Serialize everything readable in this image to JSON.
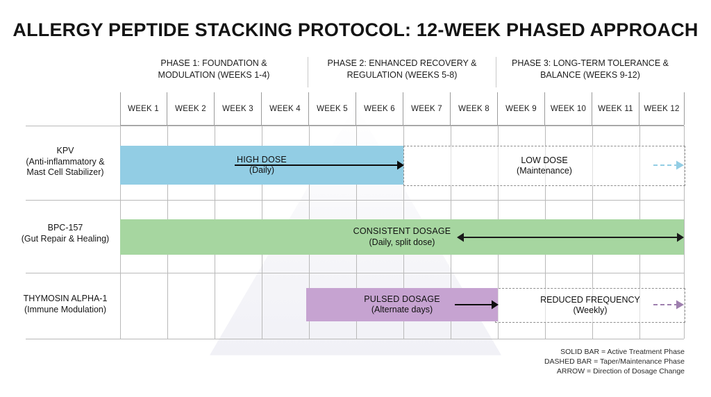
{
  "title": "ALLERGY PEPTIDE STACKING PROTOCOL: 12-WEEK PHASED APPROACH",
  "phases": [
    {
      "line1": "PHASE 1: FOUNDATION &",
      "line2": "MODULATION (WEEKS 1-4)"
    },
    {
      "line1": "PHASE 2: ENHANCED RECOVERY &",
      "line2": "REGULATION (WEEKS 5-8)"
    },
    {
      "line1": "PHASE 3: LONG-TERM TOLERANCE &",
      "line2": "BALANCE (WEEKS 9-12)"
    }
  ],
  "weeks": [
    "WEEK 1",
    "WEEK 2",
    "WEEK 3",
    "WEEK 4",
    "WEEK 5",
    "WEEK 6",
    "WEEK 7",
    "WEEK 8",
    "WEEK 9",
    "WEEK 10",
    "WEEK 11",
    "WEEK 12"
  ],
  "rows": [
    {
      "name": "KPV",
      "sub1": "(Anti-inflammatory &",
      "sub2": "Mast Cell Stabilizer)"
    },
    {
      "name": "BPC-157",
      "sub1": "(Gut Repair & Healing)",
      "sub2": ""
    },
    {
      "name": "THYMOSIN ALPHA-1",
      "sub1": "(Immune Modulation)",
      "sub2": ""
    }
  ],
  "bars": {
    "kpv_solid": {
      "label": "HIGH DOSE",
      "sublabel": "(Daily)"
    },
    "kpv_dashed": {
      "label": "LOW DOSE",
      "sublabel": "(Maintenance)"
    },
    "bpc_solid": {
      "label": "CONSISTENT DOSAGE",
      "sublabel": "(Daily, split dose)"
    },
    "tha_solid": {
      "label": "PULSED DOSAGE",
      "sublabel": "(Alternate days)"
    },
    "tha_dashed": {
      "label": "REDUCED FREQUENCY",
      "sublabel": "(Weekly)"
    }
  },
  "legend": [
    "SOLID BAR = Active Treatment Phase",
    "DASHED BAR = Taper/Maintenance Phase",
    "ARROW = Direction of Dosage Change"
  ],
  "colors": {
    "kpv": "#92cde4",
    "bpc": "#a6d6a0",
    "thymosin": "#c6a3d1",
    "grid": "#b9b9b9",
    "text": "#1a1a1a"
  },
  "chart_data": {
    "type": "bar",
    "title": "ALLERGY PEPTIDE STACKING PROTOCOL: 12-WEEK PHASED APPROACH",
    "xlabel": "",
    "ylabel": "",
    "x": [
      "WEEK 1",
      "WEEK 2",
      "WEEK 3",
      "WEEK 4",
      "WEEK 5",
      "WEEK 6",
      "WEEK 7",
      "WEEK 8",
      "WEEK 9",
      "WEEK 10",
      "WEEK 11",
      "WEEK 12"
    ],
    "xlim": [
      1,
      13
    ],
    "grid": true,
    "legend_position": "bottom-right",
    "series": [
      {
        "name": "KPV",
        "segments": [
          {
            "start_week": 1,
            "end_week": 7,
            "style": "solid",
            "color": "#92cde4",
            "label": "HIGH DOSE (Daily)",
            "arrow": "right"
          },
          {
            "start_week": 7,
            "end_week": 13,
            "style": "dashed",
            "color": "#92cde4",
            "label": "LOW DOSE (Maintenance)",
            "arrow": "right-dashed"
          }
        ]
      },
      {
        "name": "BPC-157",
        "segments": [
          {
            "start_week": 1,
            "end_week": 13,
            "style": "solid",
            "color": "#a6d6a0",
            "label": "CONSISTENT DOSAGE (Daily, split dose)",
            "arrow": "both"
          }
        ]
      },
      {
        "name": "THYMOSIN ALPHA-1",
        "segments": [
          {
            "start_week": 5,
            "end_week": 9,
            "style": "solid",
            "color": "#c6a3d1",
            "label": "PULSED DOSAGE (Alternate days)",
            "arrow": "right"
          },
          {
            "start_week": 9,
            "end_week": 13,
            "style": "dashed",
            "color": "#c6a3d1",
            "label": "REDUCED FREQUENCY (Weekly)",
            "arrow": "right-dashed"
          }
        ]
      }
    ]
  }
}
